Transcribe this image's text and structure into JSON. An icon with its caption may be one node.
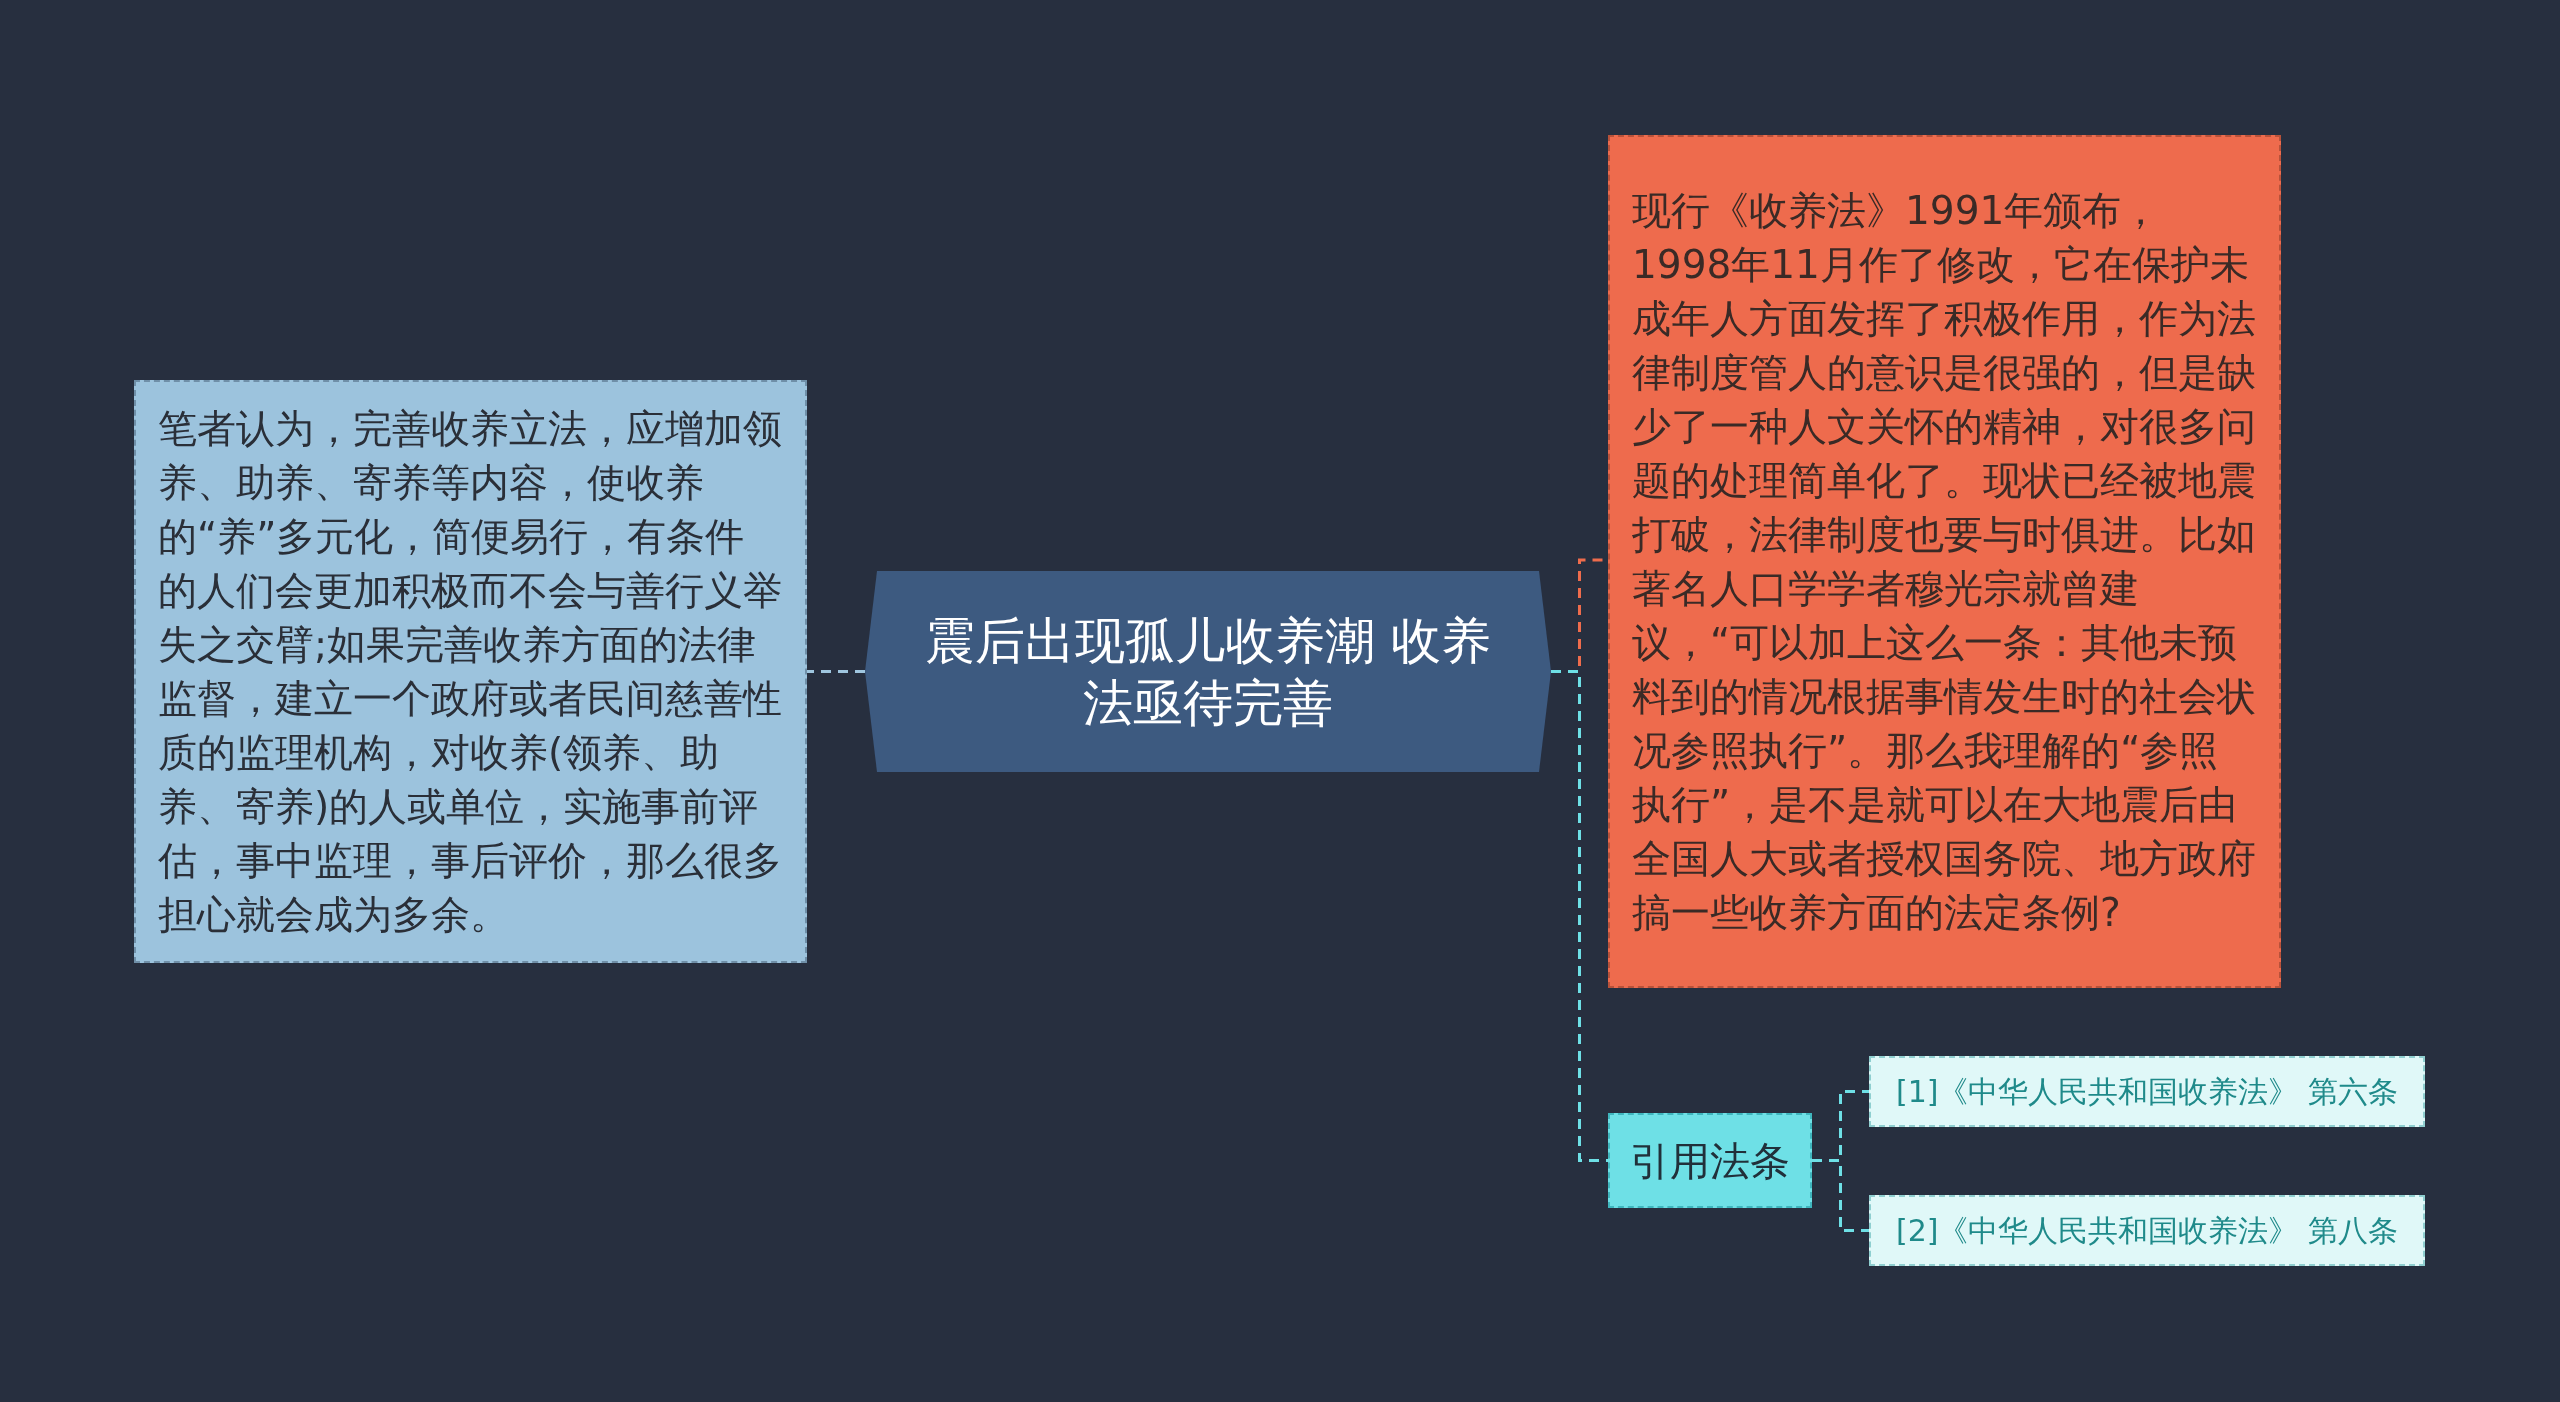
{
  "diagram": {
    "nodes": [
      {
        "text": [
          "震后出现孤儿收养潮 收养法亟待完善"
        ]
      },
      {
        "text": [
          "笔者认为，完善收养立法，应增加领养、助养、寄养等内容，使收养的“养”多元化，简便易行，有条件的人们会更加积极而不会与善行义举失之交臂;如果完善收养方面的法律监督，建立一个政府或者民间慈善性质的监理机构，对收养(领养、助养、寄养)的人或单位，实施事前评估，事中监理，事后评价，那么很多担心就会成为多余。"
        ]
      },
      {
        "text": [
          "现行《收养法》1991年颁布，1998年11月作了修改，它在保护未成年人方面发挥了积极作用，作为法律制度管人的意识是很强的，但是缺少了一种人文关怀的精神，对很多问题的处理简单化了。现状已经被地震打破，法律制度也要与时俱进。比如著名人口学学者穆光宗就曾建议，“可以加上这么一条：其他未预料到的情况根据事情发生时的社会状况参照执行”。那么我理解的“参照执行”，是不是就可以在大地震后由全国人大或者授权国务院、地方政府搞一些收养方面的法定条例?"
        ]
      },
      {
        "text": [
          "引用法条"
        ]
      },
      {
        "text": [
          "[1]《中华人民共和国收养法》 第六条"
        ]
      },
      {
        "text": [
          "[2]《中华人民共和国收养法》 第八条"
        ]
      }
    ],
    "edges": [
      {
        "from": 0,
        "to": 1,
        "arrow": "none",
        "style": "dashed",
        "color": "#9fc6df"
      },
      {
        "from": 0,
        "to": 2,
        "arrow": "none",
        "style": "dashed",
        "color": "#ef6c4c"
      },
      {
        "from": 0,
        "to": 3,
        "arrow": "none",
        "style": "dashed"
      },
      {
        "from": 3,
        "to": 4,
        "arrow": "none",
        "style": "dashed"
      },
      {
        "from": 3,
        "to": 5,
        "arrow": "none",
        "style": "dashed"
      }
    ]
  }
}
